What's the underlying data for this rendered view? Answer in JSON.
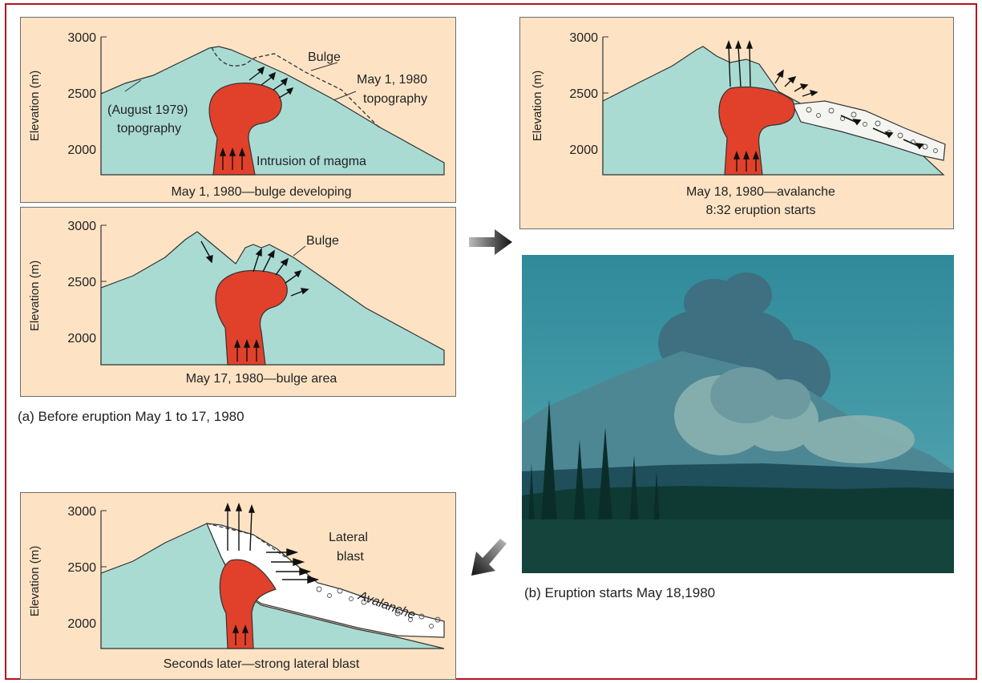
{
  "panels": {
    "a1": {
      "ylabel": "Elevation (m)",
      "ticks": [
        "3000",
        "2500",
        "2000"
      ],
      "labels": {
        "bulge": "Bulge",
        "may1": "May 1, 1980",
        "may1_topo": "topography",
        "aug": "(August 1979)",
        "aug_topo": "topography",
        "intrusion": "Intrusion of magma"
      },
      "caption": "May 1, 1980—bulge developing"
    },
    "a2": {
      "ylabel": "Elevation (m)",
      "ticks": [
        "3000",
        "2500",
        "2000"
      ],
      "labels": {
        "bulge": "Bulge"
      },
      "caption": "May 17, 1980—bulge area"
    },
    "c1": {
      "ylabel": "Elevation (m)",
      "ticks": [
        "3000",
        "2500",
        "2000"
      ],
      "caption_line1": "May 18, 1980—avalanche",
      "caption_line2": "8:32 eruption starts"
    },
    "c2": {
      "ylabel": "Elevation (m)",
      "ticks": [
        "3000",
        "2500",
        "2000"
      ],
      "labels": {
        "lateral": "Lateral",
        "blast": "blast",
        "avalanche": "Avalanche"
      },
      "caption": "Seconds later—strong lateral blast"
    }
  },
  "captions": {
    "a": "(a) Before eruption May 1 to 17, 1980",
    "b": "(b) Eruption starts May 18,1980"
  },
  "colors": {
    "border": "#b5121b",
    "panel_bg": "#fde3c4",
    "mountain": "#a9dbd3",
    "magma": "#e1412a"
  }
}
